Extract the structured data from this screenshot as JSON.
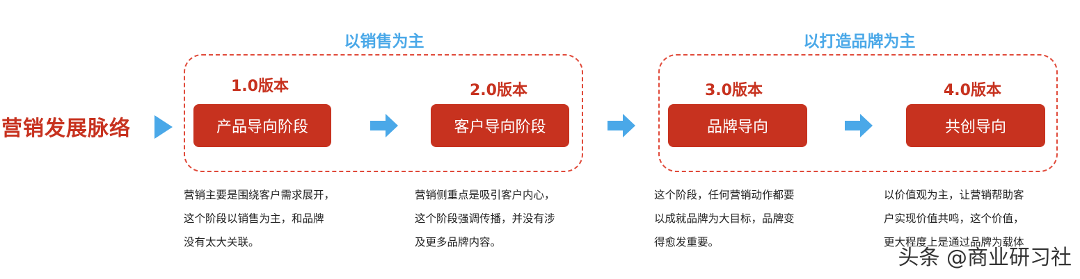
{
  "title": "营销发展脉络",
  "groups": [
    {
      "heading": "以销售为主"
    },
    {
      "heading": "以打造品牌为主"
    }
  ],
  "stages": [
    {
      "version": "1.0版本",
      "label": "产品导向阶段",
      "desc": [
        "营销主要是围绕客户需求展开，",
        "这个阶段以销售为主，和品牌",
        "没有太大关联。"
      ]
    },
    {
      "version": "2.0版本",
      "label": "客户导向阶段",
      "desc": [
        "营销侧重点是吸引客户内心，",
        "这个阶段强调传播，并没有涉",
        "及更多品牌内容。"
      ]
    },
    {
      "version": "3.0版本",
      "label": "品牌导向",
      "desc": [
        "这个阶段，任何营销动作都要",
        "以成就品牌为大目标，品牌变",
        "得愈发重要。"
      ]
    },
    {
      "version": "4.0版本",
      "label": "共创导向",
      "desc": [
        "以价值观为主，让营销帮助客",
        "户实现价值共鸣，这个价值，",
        "更大程度上是通过品牌为载体"
      ]
    }
  ],
  "watermark": "头条 @商业研习社",
  "colors": {
    "accent_red": "#c7321f",
    "accent_blue": "#4aa8e8",
    "dash_red": "#e04a3a"
  },
  "icons": {
    "pointer": "triangle-right",
    "step": "arrow-right"
  }
}
